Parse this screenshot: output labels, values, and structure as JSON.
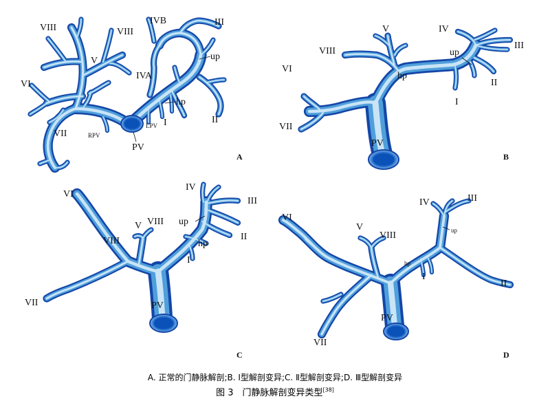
{
  "colors": {
    "vessel_outline": "#1446a8",
    "vessel_core": "#c9e4f7",
    "vessel_mid": "#4f9fdb",
    "vessel_deep": "#0a52b8"
  },
  "panels": [
    {
      "letter": "A",
      "labels": {
        "viii_left": "VIII",
        "viii_mid": "VIII",
        "ivb": "IVB",
        "iii": "III",
        "up": "up",
        "v": "V",
        "iva": "IVA",
        "vi": "VI",
        "hp": "hp",
        "vii": "VII",
        "rpv": "RPV",
        "lpv": "LPV",
        "i": "I",
        "ii": "II",
        "pv": "PV"
      }
    },
    {
      "letter": "B",
      "labels": {
        "v": "V",
        "iv": "IV",
        "iii": "III",
        "viii": "VIII",
        "up": "up",
        "vi": "VI",
        "hp": "hp",
        "ii": "II",
        "i": "I",
        "vii": "VII",
        "pv": "PV"
      }
    },
    {
      "letter": "C",
      "labels": {
        "iv": "IV",
        "vi": "VI",
        "iii": "III",
        "up": "up",
        "v": "V",
        "viii_top": "VIII",
        "viii_left": "VIII",
        "ii": "II",
        "hp": "hp",
        "i": "I",
        "vii": "VII",
        "pv": "PV"
      }
    },
    {
      "letter": "D",
      "labels": {
        "iv": "IV",
        "iii": "III",
        "vi": "VI",
        "up": "up",
        "v": "V",
        "viii": "VIII",
        "hp": "hp",
        "i": "I",
        "ii": "II",
        "pv": "PV",
        "vii": "VII"
      }
    }
  ],
  "caption": {
    "subtitle": "A. 正常的门静脉解剖;B. Ⅰ型解剖变异;C. Ⅱ型解剖变异;D. Ⅲ型解剖变异",
    "title": "图 3　门静脉解剖变异类型",
    "ref": "[38]"
  }
}
